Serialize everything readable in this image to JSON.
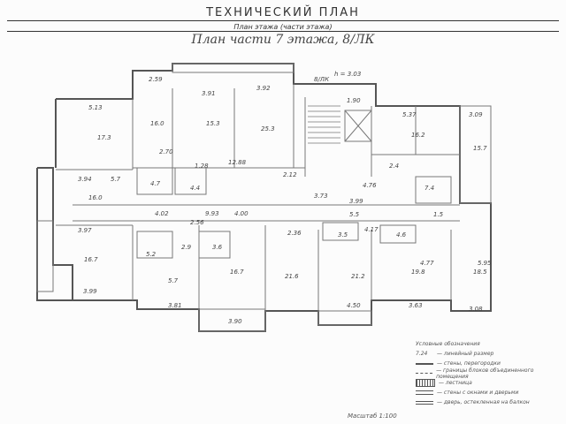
{
  "header": {
    "title": "ТЕХНИЧЕСКИЙ ПЛАН",
    "subtitle": "План этажа (части этажа)",
    "plan_title": "План части 7 этажа, 8/ЛК"
  },
  "plan": {
    "section_label": "8/ЛК",
    "height_label": "h = 3.03",
    "areas": [
      "17.3",
      "16.0",
      "15.3",
      "25.3",
      "16.2",
      "15.7",
      "16.0",
      "16.7",
      "21.6",
      "21.2",
      "19.8",
      "18.5",
      "16.7",
      "5.7",
      "4.7",
      "2.9",
      "3.6",
      "3.5",
      "4.6",
      "7.4",
      "1.5",
      "5.2",
      "2.4",
      "5.7",
      "4.4",
      "5.5"
    ],
    "dims": [
      "5.13",
      "3.91",
      "3.92",
      "5.37",
      "3.09",
      "3.94",
      "3.97",
      "3.99",
      "3.81",
      "3.90",
      "4.50",
      "3.63",
      "3.08",
      "2.59",
      "2.70",
      "4.02",
      "9.93",
      "2.56",
      "4.00",
      "2.12",
      "3.73",
      "3.99",
      "4.76",
      "2.36",
      "4.17",
      "5.95",
      "4.77",
      "1.90",
      "1.28",
      "12.88"
    ]
  },
  "legend": {
    "heading": "Условные обозначения",
    "items": [
      {
        "sym": "7.24",
        "text": "— линейный размер"
      },
      {
        "sym": "",
        "text": "— стены, перегородки"
      },
      {
        "sym": "",
        "text": "— границы блоков объединенного помещения"
      },
      {
        "sym": "",
        "text": "— лестница"
      },
      {
        "sym": "",
        "text": "— стены с окнами и дверьми"
      },
      {
        "sym": "",
        "text": "— дверь, остекленная на балкон"
      }
    ],
    "scale": "Масштаб 1:100"
  }
}
